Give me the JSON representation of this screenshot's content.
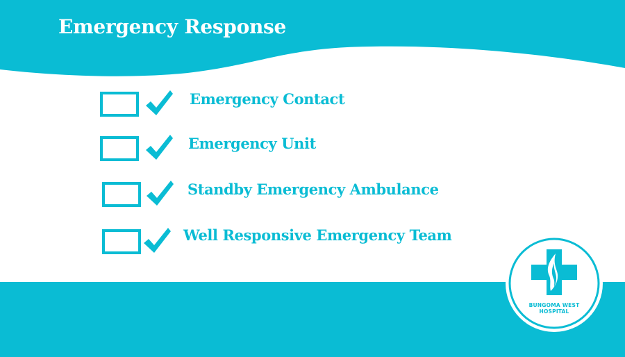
{
  "header": {
    "title": "Emergency Response"
  },
  "checklist": [
    {
      "label": "Emergency Contact",
      "checked": true,
      "icon": "checkmark-icon"
    },
    {
      "label": "Emergency Unit",
      "checked": true,
      "icon": "checkmark-icon"
    },
    {
      "label": "Standby Emergency Ambulance",
      "checked": true,
      "icon": "checkmark-icon"
    },
    {
      "label": "Well Responsive Emergency Team",
      "checked": true,
      "icon": "checkmark-icon"
    }
  ],
  "logo": {
    "line1": "BUNGOMA WEST",
    "line2": "HOSPITAL",
    "icon": "medical-cross-flame-icon"
  },
  "colors": {
    "accent": "#0abcd4",
    "background": "#ffffff",
    "title_text": "#ffffff"
  }
}
